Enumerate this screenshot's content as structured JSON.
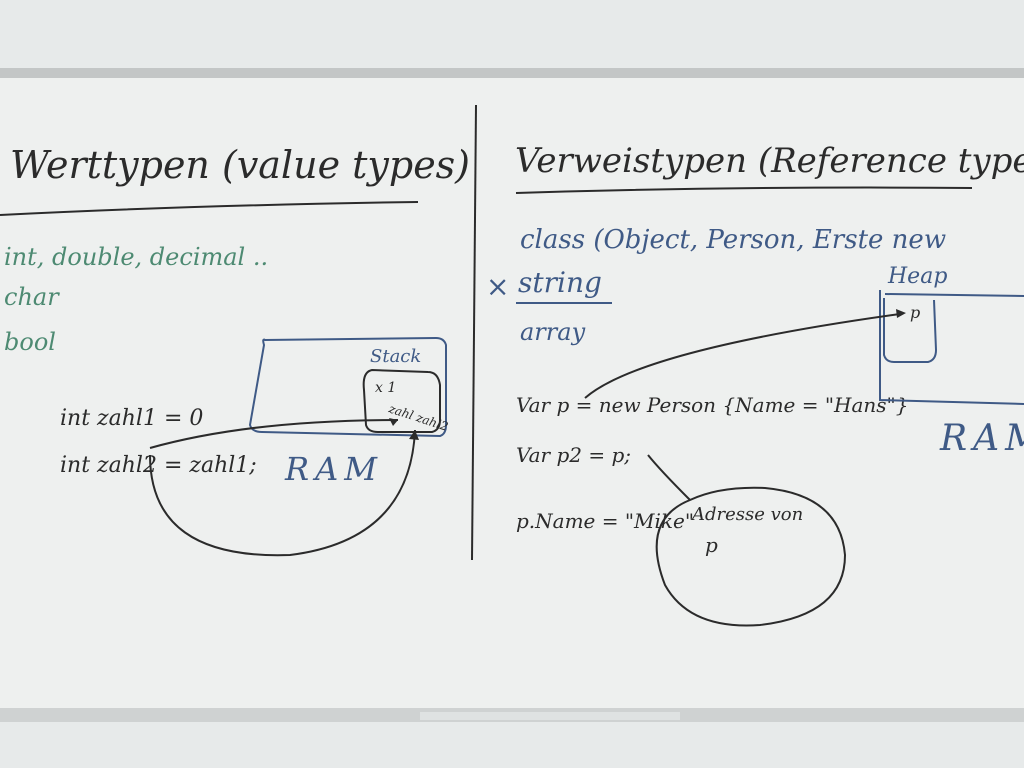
{
  "left_panel": {
    "title": "Werttypen (value types)",
    "type_lines": [
      "int, double, decimal ..",
      "char",
      "bool"
    ],
    "code_lines": [
      "int zahl1 = 0",
      "int zahl2 = zahl1;"
    ],
    "stack_label": "Stack",
    "stack_items": [
      "x 1",
      "zahl zahl2"
    ],
    "ram_label": "RAM"
  },
  "right_panel": {
    "title": "Verweistypen (Reference types)",
    "type_lines": [
      "class (Object, Person, Erste new",
      "string",
      "array"
    ],
    "strike_mark": "×",
    "code_lines": [
      "Var p = new Person {Name = \"Hans\"}",
      "Var p2 = p;",
      "p.Name = \"Mike\""
    ],
    "heap_label": "Heap",
    "heap_item": "p",
    "ram_label": "RAM",
    "bubble_lines": [
      "Adresse von",
      "p"
    ]
  },
  "colors": {
    "whiteboard": "#eef0ef",
    "black_marker": "#2b2b2b",
    "blue_marker": "#3f5a86",
    "green_marker": "#4d8a72",
    "frame": "#b9bcbc"
  }
}
